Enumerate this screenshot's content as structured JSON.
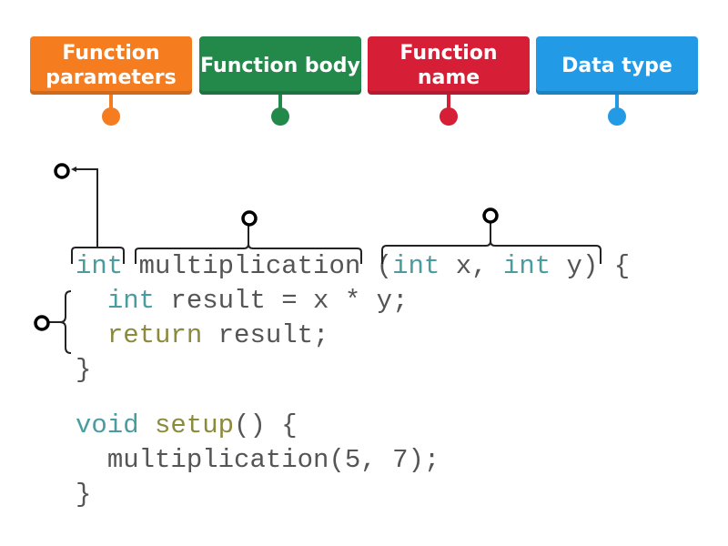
{
  "labels": [
    {
      "text": "Function parameters",
      "color": "#f57c1f"
    },
    {
      "text": "Function body",
      "color": "#23894a"
    },
    {
      "text": "Function name",
      "color": "#d61f36"
    },
    {
      "text": "Data type",
      "color": "#229ae6"
    }
  ],
  "code": {
    "l1": {
      "type": "int",
      "name": "multiplication",
      "p1": "(",
      "k1": "int",
      "p2": " x, ",
      "k2": "int",
      "p3": " y)",
      "p4": " {"
    },
    "l2": {
      "k": "int",
      "rest": " result = x * y;"
    },
    "l3": {
      "k": "return",
      "rest": " result;"
    },
    "l4": "}",
    "l5": {
      "k": "void",
      "f": "setup",
      "rest": "() {"
    },
    "l6": "multiplication(5, 7);",
    "l7": "}"
  },
  "colors": {
    "keyword": "#4a9c9e",
    "function": "#8c8a3c",
    "text": "#555555"
  }
}
